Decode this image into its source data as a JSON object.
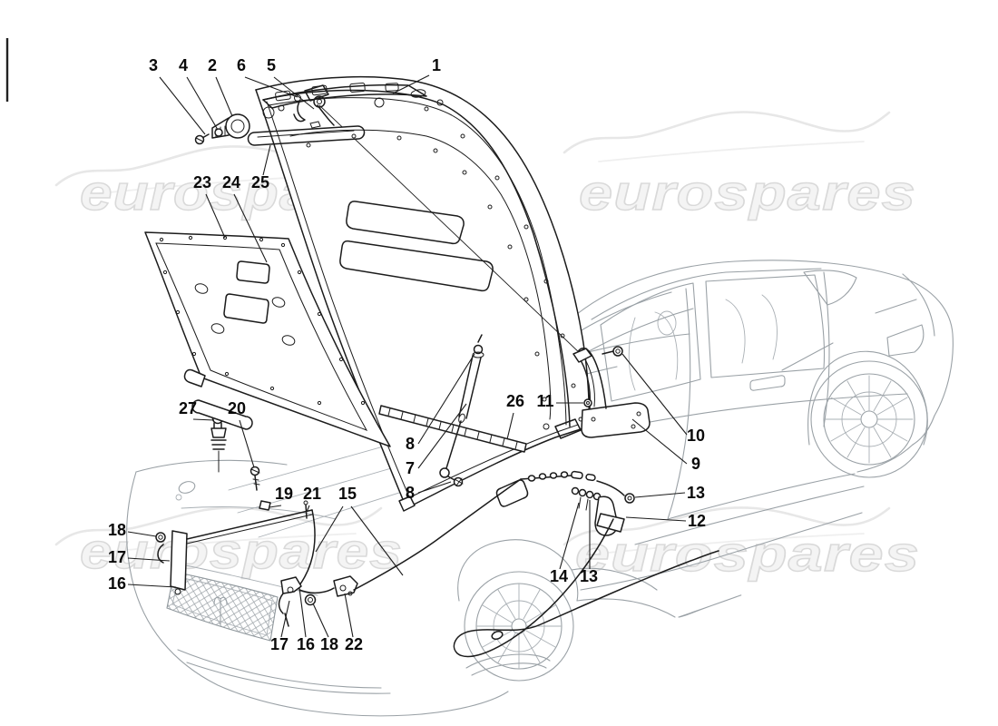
{
  "watermark": {
    "text": "eurospares"
  },
  "colors": {
    "background": "#ffffff",
    "part_line": "#1c1c1c",
    "car_line": "#9aa1a6",
    "watermark_fill": "#f4f4f4",
    "watermark_outline": "#d9d9d9",
    "label_color": "#0a0a0a"
  },
  "callouts": [
    {
      "ref": "3"
    },
    {
      "ref": "4"
    },
    {
      "ref": "2"
    },
    {
      "ref": "6"
    },
    {
      "ref": "5"
    },
    {
      "ref": "1"
    },
    {
      "ref": "23"
    },
    {
      "ref": "24"
    },
    {
      "ref": "25"
    },
    {
      "ref": "27"
    },
    {
      "ref": "20"
    },
    {
      "ref": "26"
    },
    {
      "ref": "11"
    },
    {
      "ref": "8"
    },
    {
      "ref": "7"
    },
    {
      "ref": "8"
    },
    {
      "ref": "10"
    },
    {
      "ref": "9"
    },
    {
      "ref": "13"
    },
    {
      "ref": "12"
    },
    {
      "ref": "19"
    },
    {
      "ref": "21"
    },
    {
      "ref": "15"
    },
    {
      "ref": "18"
    },
    {
      "ref": "17"
    },
    {
      "ref": "16"
    },
    {
      "ref": "14"
    },
    {
      "ref": "13"
    },
    {
      "ref": "17"
    },
    {
      "ref": "16"
    },
    {
      "ref": "18"
    },
    {
      "ref": "22"
    }
  ]
}
